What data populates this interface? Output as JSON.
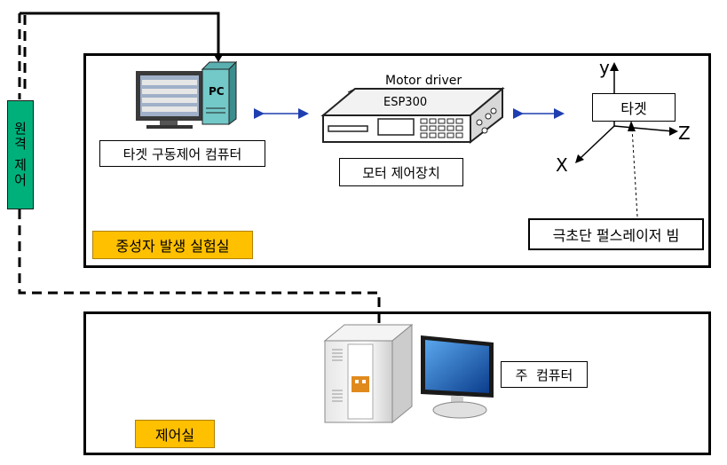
{
  "remote_control_label": "원격 제어",
  "lab_room": {
    "name": "중성자 발생 실험실",
    "pc_monitor_text": "PC",
    "computer_label": "타겟 구동제어 컴퓨터",
    "motor_driver_title": "Motor driver",
    "esp_model": "ESP300",
    "motor_controller_label": "모터 제어장치",
    "target_label": "타겟",
    "axes": {
      "y": "y",
      "z": "Z",
      "x": "X"
    },
    "laser_label": "극초단 펄스레이저 빔"
  },
  "control_room": {
    "name": "제어실",
    "main_computer_label": "주  컴퓨터"
  },
  "colors": {
    "room_tag": "#ffc000",
    "remote_tag": "#00b07a",
    "arrow": "#1f3fb0"
  }
}
